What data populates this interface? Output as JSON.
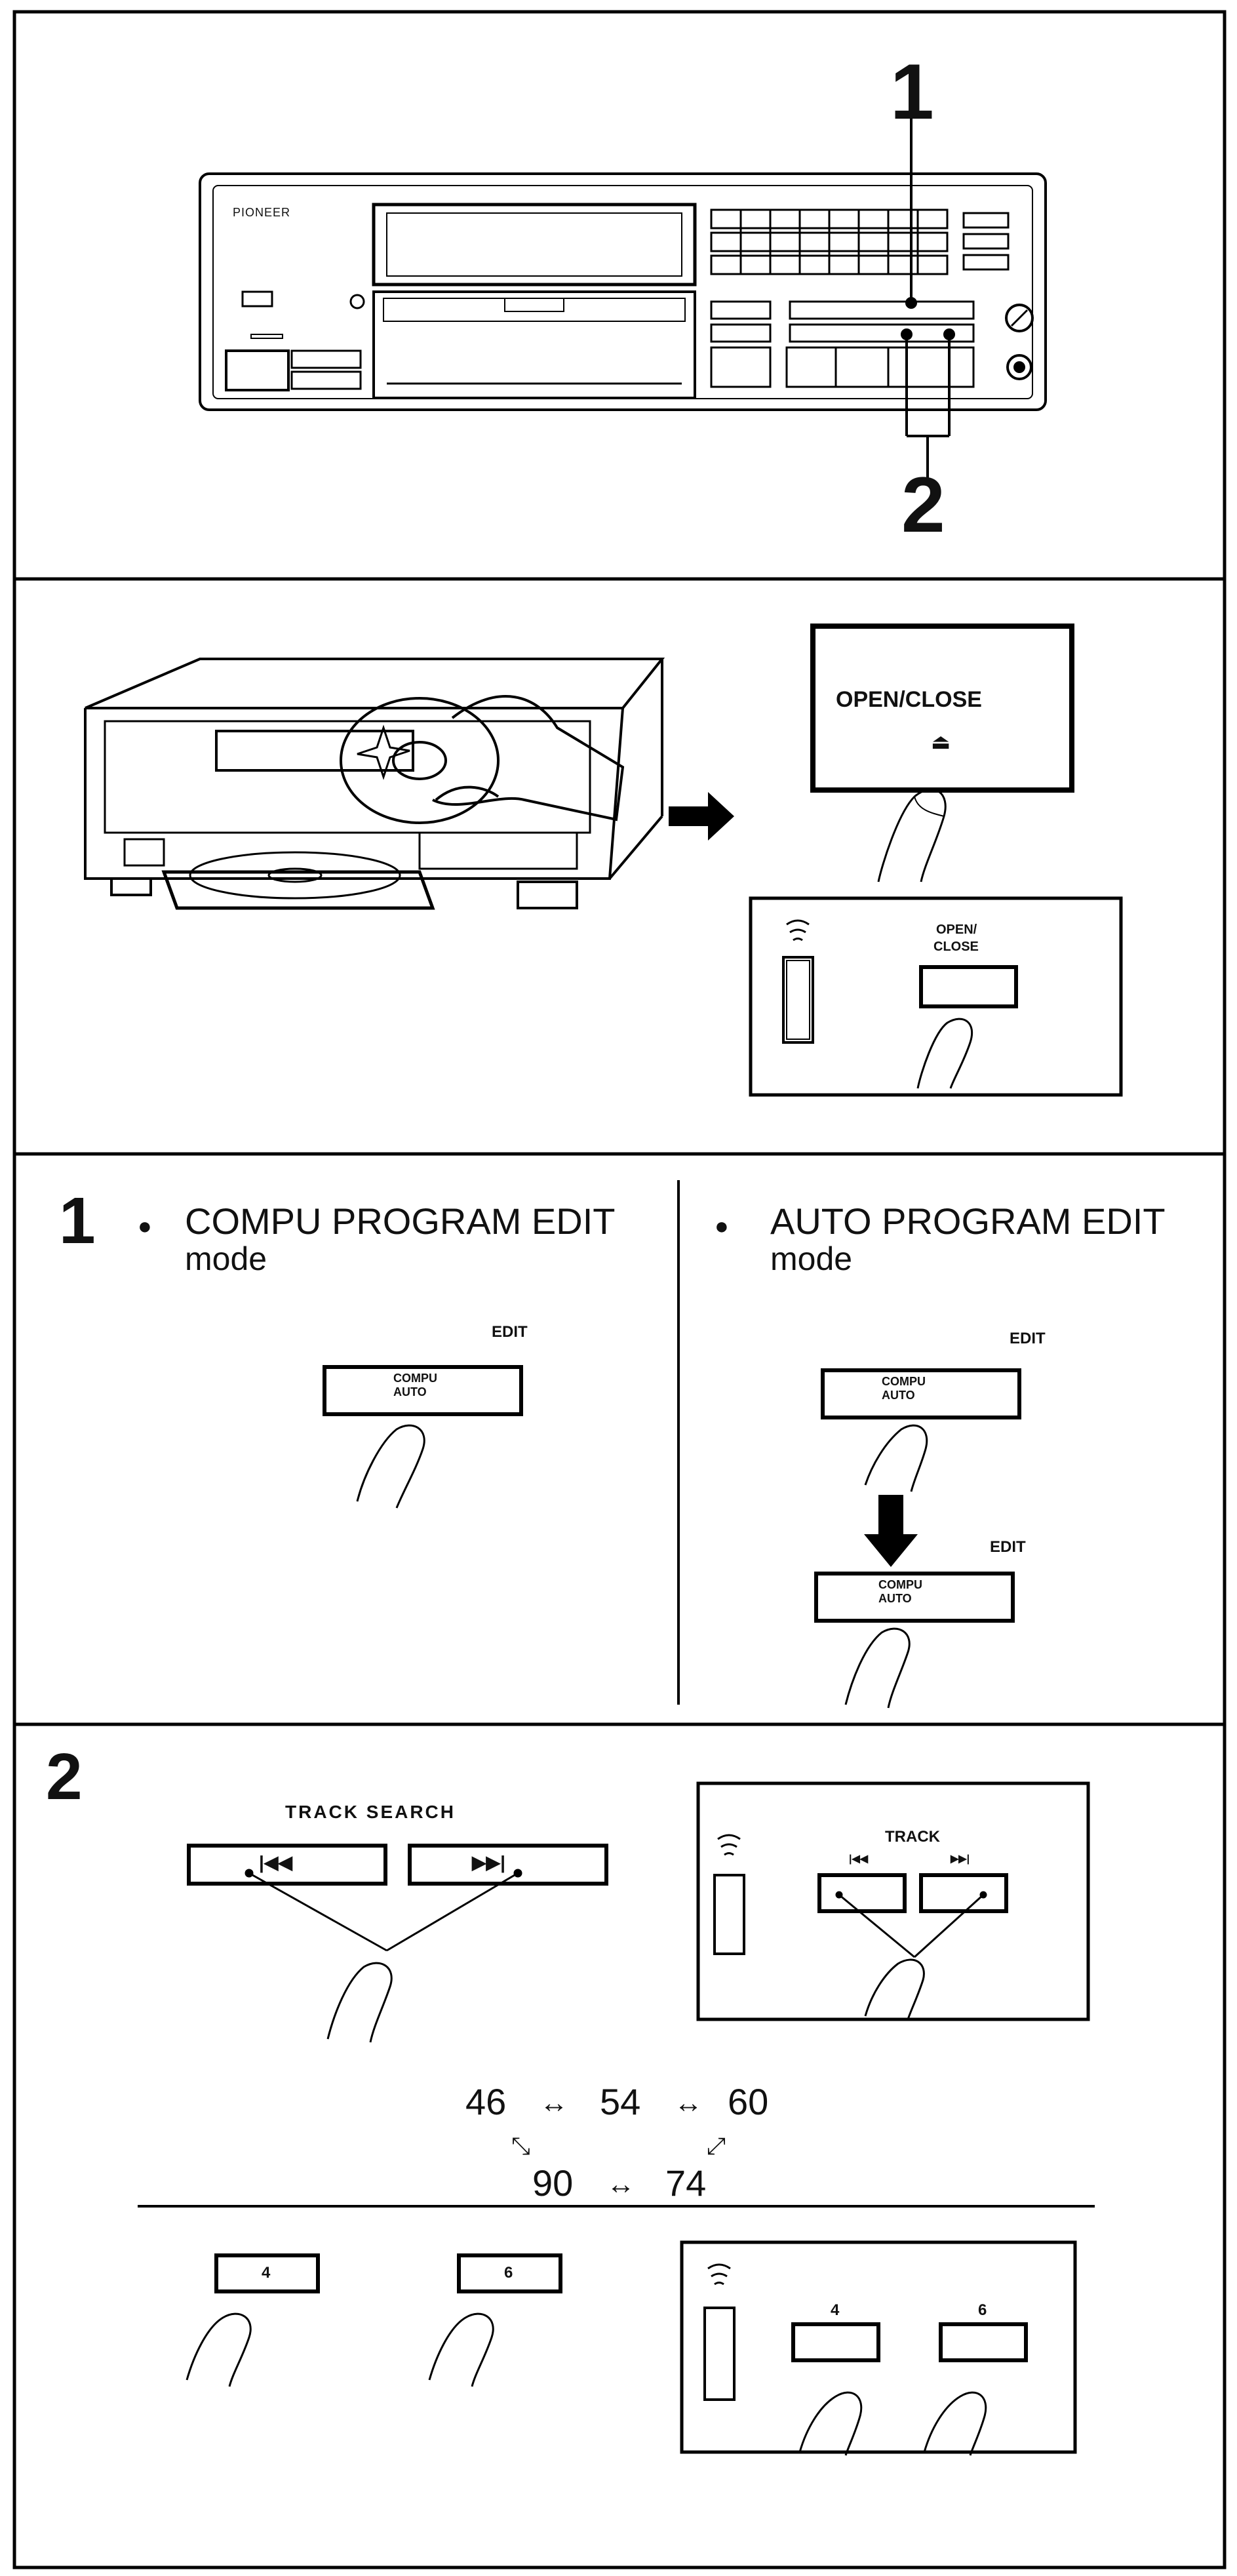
{
  "panel1": {
    "callout_1": "1",
    "callout_2": "2",
    "brand": "PIONEER"
  },
  "panel2": {
    "open_close_label": "OPEN/CLOSE",
    "eject_glyph": "⏏",
    "remote_label_line1": "OPEN/",
    "remote_label_line2": "CLOSE"
  },
  "panel3": {
    "step_number": "1",
    "left": {
      "bullet": "●",
      "title": "COMPU PROGRAM EDIT",
      "subtitle": "mode",
      "edit_label": "EDIT",
      "compu": "COMPU",
      "auto": "AUTO"
    },
    "right": {
      "bullet": "●",
      "title": "AUTO PROGRAM EDIT",
      "subtitle": "mode",
      "edit_label_1": "EDIT",
      "edit_label_2": "EDIT",
      "compu": "COMPU",
      "auto": "AUTO"
    }
  },
  "panel4": {
    "step_number": "2",
    "track_search_label": "TRACK SEARCH",
    "prev_glyph": "|◀◀",
    "next_glyph": "▶▶|",
    "remote_track_label": "TRACK",
    "remote_prev_glyph": "|◀◀",
    "remote_next_glyph": "▶▶|",
    "sequence": {
      "v46": "46",
      "v54": "54",
      "v60": "60",
      "v90": "90",
      "v74": "74",
      "arrow_lr": "↔",
      "arrow_left_diag": "⤡",
      "arrow_right_diag": "⤢"
    },
    "button_4": "4",
    "button_6": "6",
    "remote_button_4": "4",
    "remote_button_6": "6"
  }
}
